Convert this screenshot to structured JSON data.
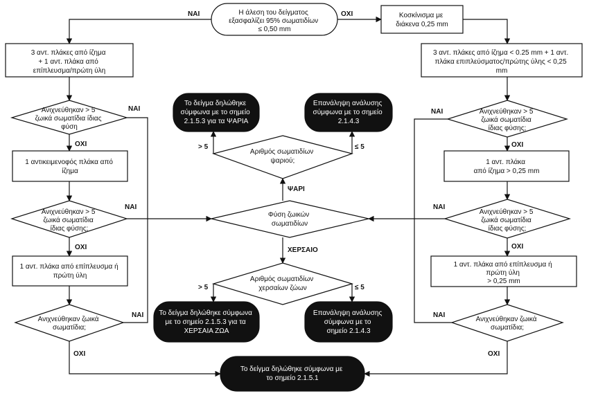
{
  "nodes": {
    "start": [
      "Η άλεση του δείγματος",
      "εξασφαλίζει 95% σωματιδίων",
      "≤ 0,50 mm"
    ],
    "sieve": [
      "Κοσκίνισμα με",
      "διάκενα 0,25 mm"
    ],
    "left_plates": [
      "3 αντ. πλάκες από ίζημα",
      "+ 1 αντ. πλάκα από",
      "επίπλευσμα/πρώτη ύλη"
    ],
    "right_plates": [
      "3 αντ. πλάκες από ίζημα < 0.25 mm + 1 αντ.",
      "πλάκα επιπλεύσματος/πρώτης ύλης < 0,25",
      "mm"
    ],
    "left_q1": [
      "Ανιχνεύθηκαν > 5",
      "ζωικά σωματίδια ίδιας",
      "φύση"
    ],
    "left_box2": [
      "1 αντικειμενοφός πλάκα από",
      "ίζημα"
    ],
    "left_q2": [
      "Ανιχνεύθηκαν > 5",
      "ζωικά σωματίδια",
      "ίδιας φύσης;"
    ],
    "left_box3": [
      "1 αντ. πλάκα από επίπλευσμα ή",
      "πρώτη ύλη"
    ],
    "left_q3": [
      "Ανιχνεύθηκαν ζωικά",
      "σωματίδια;"
    ],
    "right_q1": [
      "Ανιχνεύθηκαν > 5",
      "ζωικά σωματίδια",
      "ίδιας φύσης;"
    ],
    "right_box2": [
      "1 αντ. πλάκα",
      "από ίζημα > 0,25 mm"
    ],
    "right_q2": [
      "Ανιχνεύθηκαν > 5",
      "ζωικά σωματίδια",
      "ίδιας φύσης;"
    ],
    "right_box3": [
      "1 αντ. πλάκα από επίπλευσμα ή",
      "πρώτη ύλη",
      "> 0,25 mm"
    ],
    "right_q3": [
      "Ανιχνεύθηκαν ζωικά",
      "σωματίδια;"
    ],
    "center": [
      "Φύση ζωικών",
      "σωματιδίων"
    ],
    "fish_q": [
      "Αριθμός σωματιδίων",
      "ψαριού;"
    ],
    "fish_yes": [
      "Το δείγμα δηλώθηκε",
      "σύμφωνα με το σημείο",
      "2.1.5.3 για τα ΨΑΡΙΑ"
    ],
    "fish_no": [
      "Επανάληψη ανάλυσης",
      "σύμφωνα με το σημείο",
      "2.1.4.3"
    ],
    "land_q": [
      "Αριθμός σωματιδίων",
      "χερσαίων ζώων"
    ],
    "land_yes": [
      "Το δείγμα δηλώθηκε σύμφωνα",
      "με το σημείο 2.1.5.3 για τα",
      "ΧΕΡΣΑΙΑ ΖΩΑ"
    ],
    "land_no": [
      "Επανάληψη ανάλυσης",
      "σύμφωνα με το",
      "σημείο 2.1.4.3"
    ],
    "final": [
      "Το δείγμα δηλώθηκε σύμφωνα με",
      "το σημείο 2.1.5.1"
    ]
  },
  "labels": {
    "yes": "ΝΑΙ",
    "no": "ΟΧΙ",
    "fish": "ΨΑΡΙ",
    "land": "ΧΕΡΣΑΙΟ",
    "gt5": "> 5",
    "le5": "≤ 5"
  }
}
